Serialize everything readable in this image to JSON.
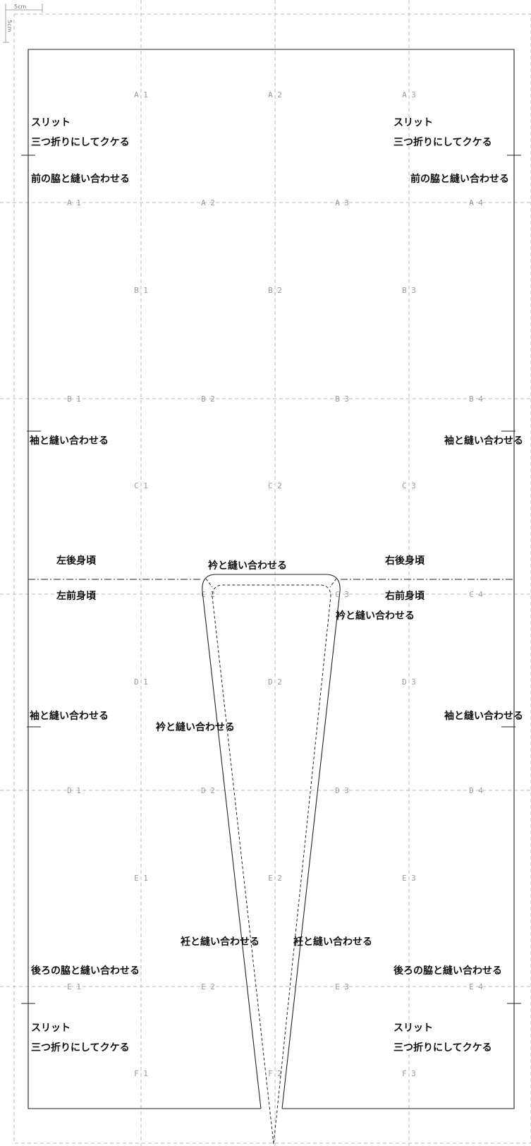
{
  "scale": {
    "h_label": "5cm",
    "v_label": "5cm"
  },
  "tiles_page1": [
    "A 1",
    "A 2",
    "A 3",
    "B 1",
    "B 2",
    "B 3",
    "C 1",
    "C 2",
    "C 3",
    "D 1",
    "D 2",
    "D 3",
    "E 1",
    "E 2",
    "E 3",
    "F 1",
    "F 2",
    "F 3"
  ],
  "tiles_page2": [
    "A 1",
    "A 2",
    "A 3",
    "A 4",
    "B 1",
    "B 2",
    "B 3",
    "B 4",
    "C 1",
    "C 2",
    "C 3",
    "C 4",
    "D 1",
    "D 2",
    "D 3",
    "D 4",
    "E 1",
    "E 2",
    "E 3",
    "E 4"
  ],
  "annotations": {
    "slit": "スリット",
    "hem_fold": "三つ折りにしてクケる",
    "front_side_seam": "前の脇と縫い合わせる",
    "sleeve_seam": "袖と縫い合わせる",
    "left_back_body": "左後身頃",
    "right_back_body": "右後身頃",
    "left_front_body": "左前身頃",
    "right_front_body": "右前身頃",
    "collar_seam": "衿と縫い合わせる",
    "gusset_seam": "衽と縫い合わせる",
    "back_side_seam": "後ろの脇と縫い合わせる"
  }
}
